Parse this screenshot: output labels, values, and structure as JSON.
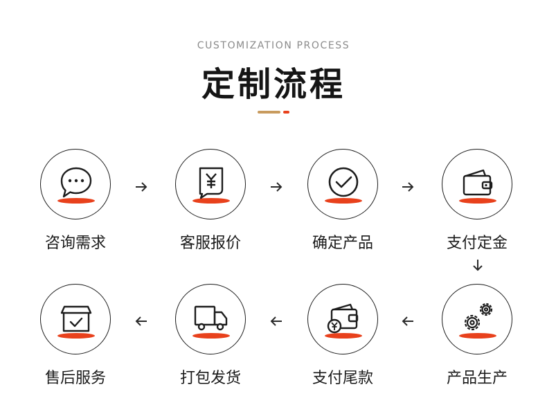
{
  "header": {
    "subtitle": "CUSTOMIZATION PROCESS",
    "title": "定制流程"
  },
  "colors": {
    "accent_red": "#e8411c",
    "gold": "#c89b5e",
    "line": "#1c1c1c"
  },
  "steps": [
    {
      "label": "咨询需求",
      "icon": "chat-bubble-icon"
    },
    {
      "label": "客服报价",
      "icon": "yuan-receipt-icon"
    },
    {
      "label": "确定产品",
      "icon": "check-circle-icon"
    },
    {
      "label": "支付定金",
      "icon": "wallet-icon"
    },
    {
      "label": "产品生产",
      "icon": "gears-icon"
    },
    {
      "label": "支付尾款",
      "icon": "wallet-yuan-icon"
    },
    {
      "label": "打包发货",
      "icon": "truck-icon"
    },
    {
      "label": "售后服务",
      "icon": "box-check-icon"
    }
  ]
}
